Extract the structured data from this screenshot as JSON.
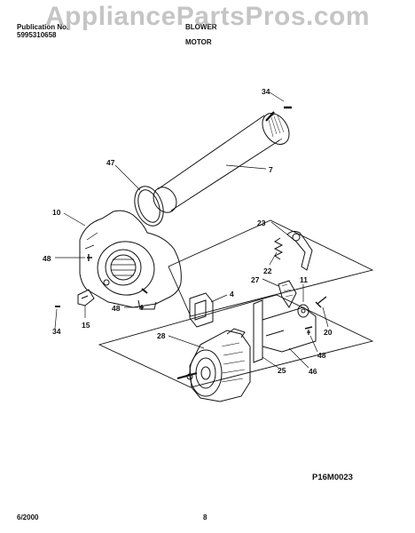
{
  "header": {
    "publication_label": "Publication No.",
    "publication_number": "5995310658",
    "section_name": "BLOWER",
    "section_title": "MOTOR"
  },
  "watermark": "AppliancePartsPros.com",
  "callouts": [
    "34",
    "47",
    "7",
    "10",
    "23",
    "48",
    "22",
    "27",
    "11",
    "4",
    "48",
    "15",
    "34",
    "20",
    "28",
    "48",
    "25",
    "46"
  ],
  "drawing_code": "P16M0023",
  "footer": {
    "date": "6/2000",
    "page_number": "8"
  }
}
